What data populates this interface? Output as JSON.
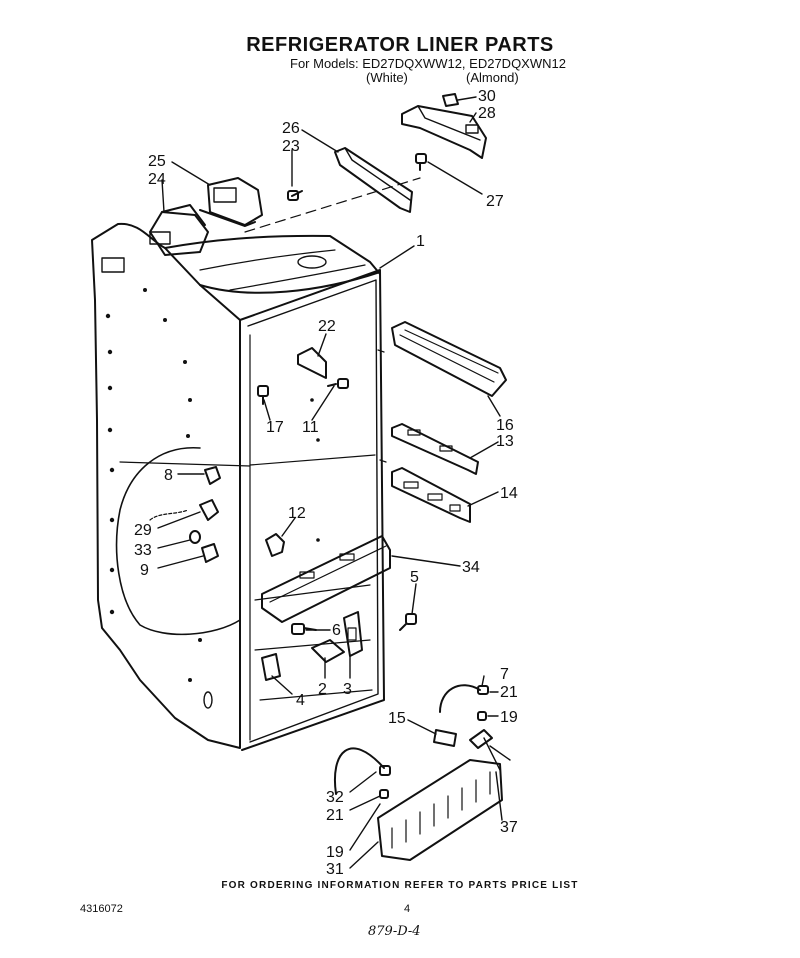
{
  "header": {
    "title": "REFRIGERATOR LINER PARTS",
    "models": "For Models: ED27DQXWW12, ED27DQXWN12",
    "variant_white": "(White)",
    "variant_almond": "(Almond)"
  },
  "callouts": [
    "30",
    "28",
    "26",
    "23",
    "27",
    "25",
    "24",
    "1",
    "22",
    "16",
    "17",
    "11",
    "13",
    "14",
    "8",
    "12",
    "29",
    "33",
    "9",
    "34",
    "5",
    "6",
    "2",
    "3",
    "4",
    "7",
    "21",
    "15",
    "19",
    "32",
    "21",
    "37",
    "19",
    "31"
  ],
  "footer": {
    "ordering_note": "FOR ORDERING INFORMATION REFER TO PARTS PRICE LIST",
    "document_number": "4316072",
    "page_number": "4",
    "handwritten_note": "879-D-4"
  }
}
